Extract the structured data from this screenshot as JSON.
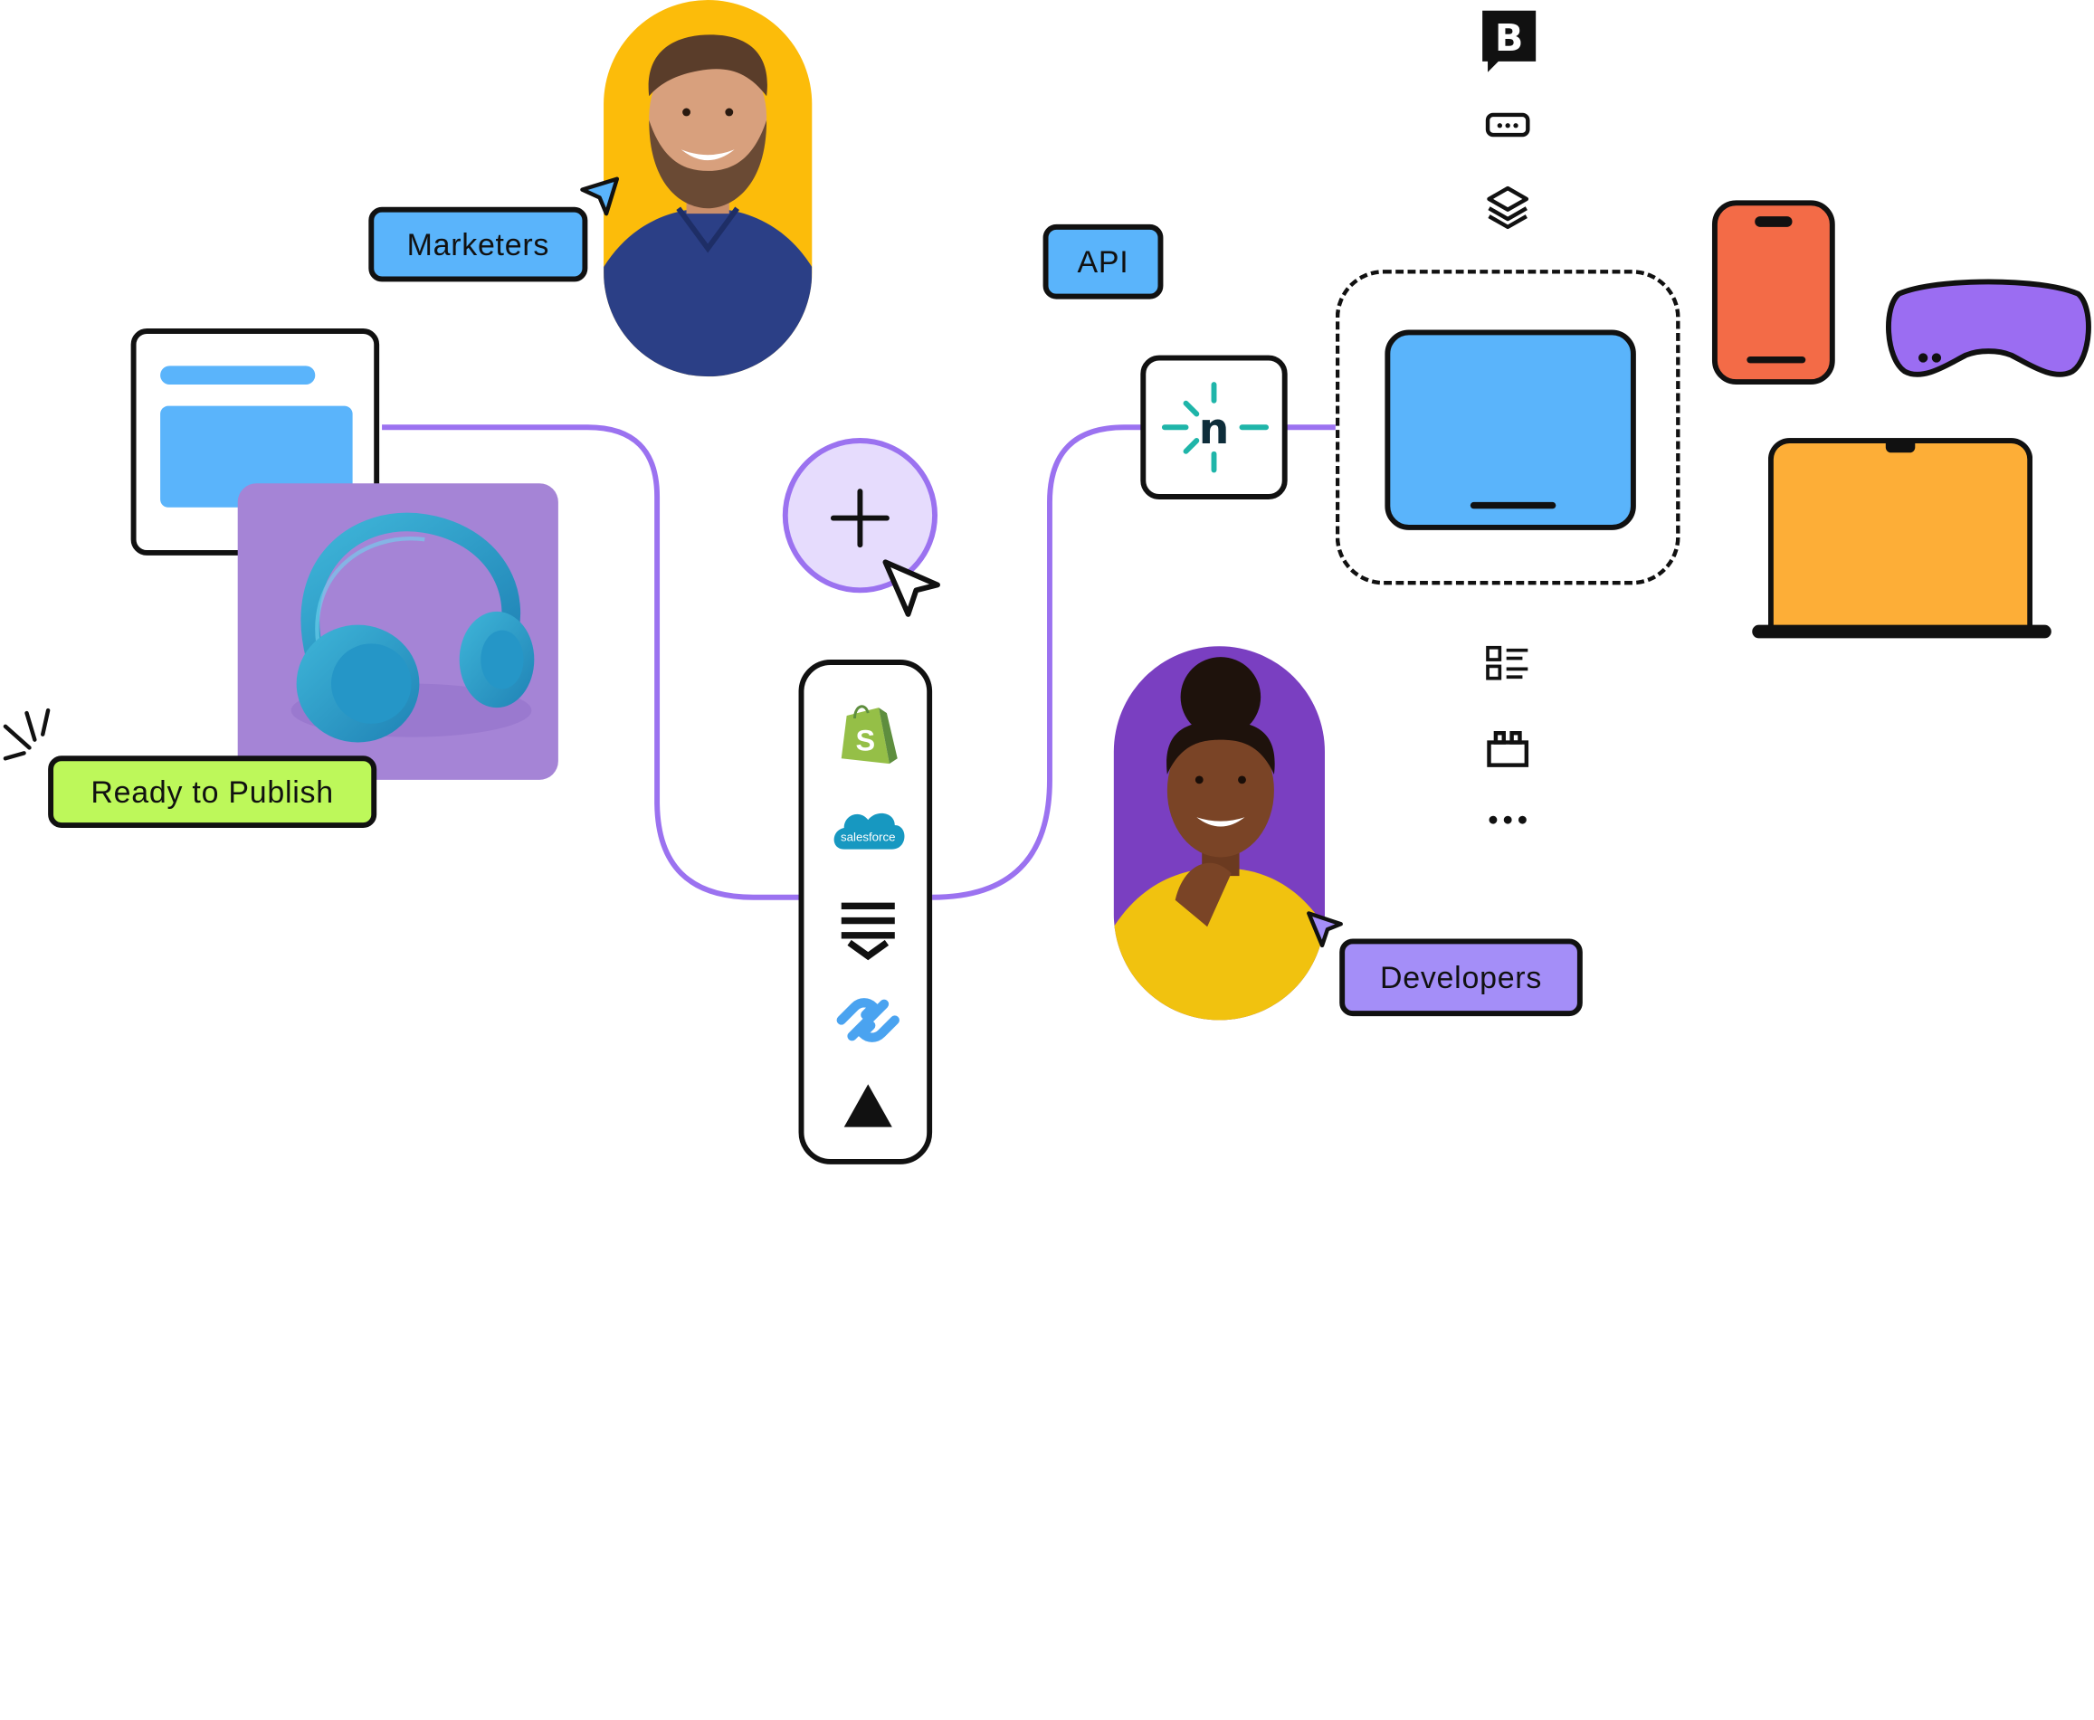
{
  "labels": {
    "marketers": "Marketers",
    "api": "API",
    "ready_to_publish": "Ready to Publish",
    "developers": "Developers"
  },
  "colors": {
    "accent_purple": "#9b72f0",
    "label_blue": "#5ab4fb",
    "label_green": "#bdf85a",
    "label_violet": "#a48ef8",
    "marketers_bg": "#fcbc0a",
    "developers_bg": "#7a3fc1",
    "phone": "#f36b47",
    "headset": "#9b6df2",
    "laptop": "#fdae37",
    "tablet": "#5ab4fb",
    "product_bg": "#a584d6",
    "plus_bg": "#e6dcfd"
  },
  "icons": {
    "integrations": [
      "shopify-icon",
      "salesforce-icon",
      "commercetools-icon",
      "cloudinary-icon",
      "vercel-icon"
    ],
    "content_types": [
      "storyblok-b-icon",
      "input-field-icon",
      "layers-icon"
    ],
    "content_types_lower": [
      "list-grid-icon",
      "component-block-icon",
      "more-dots-icon"
    ]
  },
  "salesforce_text": "salesforce",
  "shopify_letter": "S",
  "netlify_letter": "n",
  "brand_letter": "B"
}
